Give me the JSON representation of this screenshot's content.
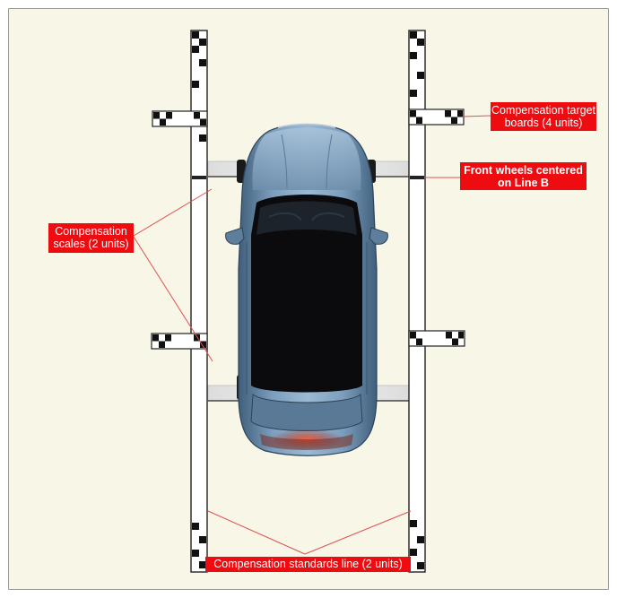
{
  "colors": {
    "background": "#f8f6e6",
    "frame": "#9a9a9a",
    "callout_fill": "#ee0c10",
    "callout_text": "#ffffff",
    "leader_line": "#e05050",
    "car_body": "#6f93b1",
    "car_glass": "#0b0b0d",
    "rail": "#ffffff",
    "checker": "#111111"
  },
  "labels": {
    "target_boards": {
      "line1": "Compensation target",
      "line2": "boards (4 units)"
    },
    "front_wheels": {
      "line1": "Front wheels centered",
      "line2": "on Line B"
    },
    "scales": {
      "line1": "Compensation",
      "line2": "scales (2 units)"
    },
    "standards_line": {
      "text": "Compensation standards line (2 units)"
    }
  }
}
